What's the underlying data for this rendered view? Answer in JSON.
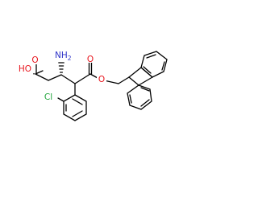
{
  "molecule": {
    "atom_labels": {
      "amine": "NH",
      "amine_sub": "2",
      "carbonyl_oxygen_acid": "O",
      "hydroxyl": "HO",
      "carbonyl_oxygen_ester": "O",
      "ester_oxygen": "O",
      "chlorine": "Cl"
    },
    "colors": {
      "oxygen": "#e8141c",
      "nitrogen": "#2f34c8",
      "chlorine": "#1fa43a",
      "bond": "#000000"
    }
  }
}
